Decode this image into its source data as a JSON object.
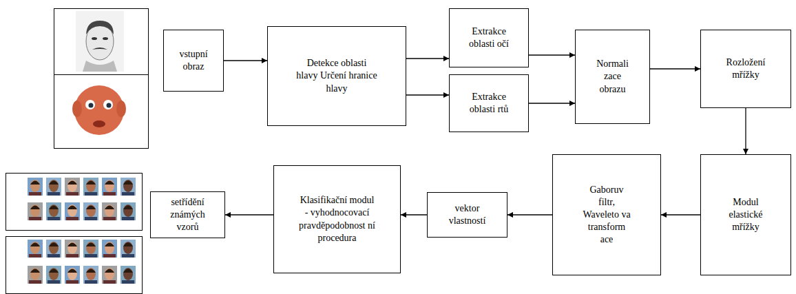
{
  "diagram": {
    "nodes": [
      {
        "text": [
          "vstupní obraz"
        ]
      },
      {
        "text": [
          "Detekce oblasti hlavy Určení hranice hlavy"
        ]
      },
      {
        "text": [
          "Extrakce oblasti očí"
        ]
      },
      {
        "text": [
          "Extrakce oblasti rtů"
        ]
      },
      {
        "text": [
          "Normali zace obrazu"
        ]
      },
      {
        "text": [
          "Rozložení mřížky"
        ]
      },
      {
        "text": [
          "Modul elastické mřížky"
        ]
      },
      {
        "text": [
          "Gaboruv filtr, Waveleto va transform ace"
        ]
      },
      {
        "text": [
          "vektor vlastností"
        ]
      },
      {
        "text": [
          "Klasifikační modul - vyhodnocovací pravděpodobnost ní procedura"
        ]
      },
      {
        "text": [
          "setřídění známých vzorů"
        ]
      }
    ],
    "edges": [
      {
        "from": 0,
        "to": 1,
        "arrow": "to"
      },
      {
        "from": 1,
        "to": 2,
        "arrow": "to"
      },
      {
        "from": 1,
        "to": 3,
        "arrow": "to"
      },
      {
        "from": 2,
        "to": 4,
        "arrow": "to"
      },
      {
        "from": 3,
        "to": 4,
        "arrow": "to"
      },
      {
        "from": 4,
        "to": 5,
        "arrow": "to"
      },
      {
        "from": 5,
        "to": 6,
        "arrow": "to"
      },
      {
        "from": 6,
        "to": 7,
        "arrow": "to"
      },
      {
        "from": 7,
        "to": 8,
        "arrow": "to"
      },
      {
        "from": 8,
        "to": 9,
        "arrow": "to"
      },
      {
        "from": 9,
        "to": 10,
        "arrow": "to"
      }
    ]
  }
}
